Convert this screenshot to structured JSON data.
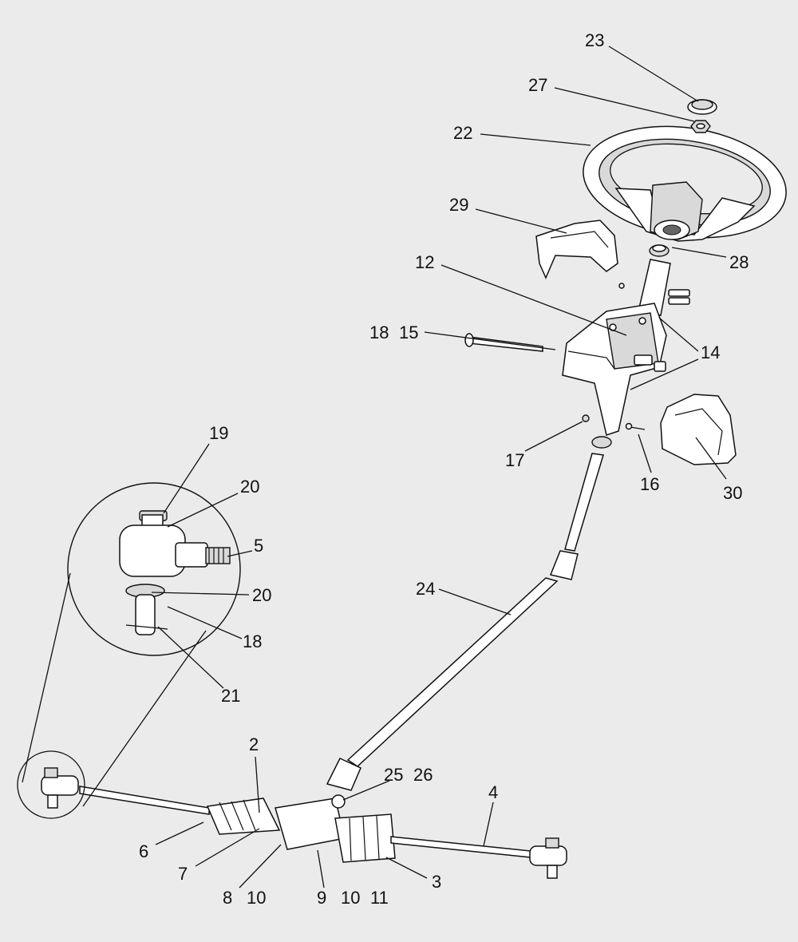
{
  "diagram": {
    "callouts": {
      "c23": "23",
      "c27": "27",
      "c22": "22",
      "c29": "29",
      "c28": "28",
      "c12": "12",
      "c18a": "18",
      "c15": "15",
      "c14": "14",
      "c17": "17",
      "c16": "16",
      "c30": "30",
      "c19": "19",
      "c20a": "20",
      "c5": "5",
      "c20b": "20",
      "c18b": "18",
      "c21": "21",
      "c24": "24",
      "c2": "2",
      "c25": "25",
      "c26": "26",
      "c4": "4",
      "c6": "6",
      "c7": "7",
      "c8": "8",
      "c10a": "10",
      "c9": "9",
      "c10b": "10",
      "c11": "11",
      "c3": "3"
    }
  }
}
